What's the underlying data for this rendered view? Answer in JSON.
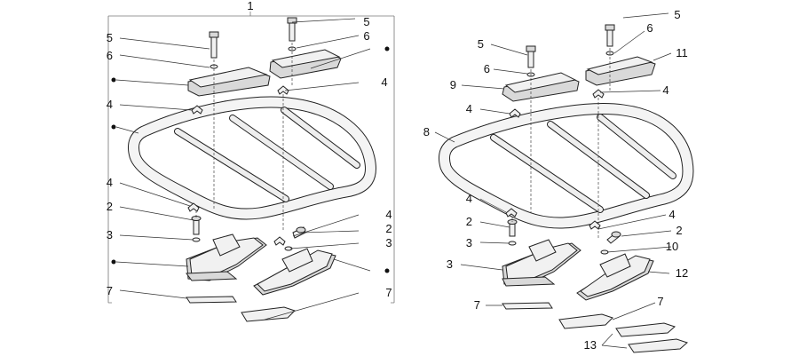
{
  "left_assembly": {
    "group_label": "1",
    "callouts": [
      {
        "id": "l-5a",
        "text": "5"
      },
      {
        "id": "l-6a",
        "text": "6"
      },
      {
        "id": "l-5b",
        "text": "5"
      },
      {
        "id": "l-6b",
        "text": "6"
      },
      {
        "id": "l-4a",
        "text": "4"
      },
      {
        "id": "l-4b",
        "text": "4"
      },
      {
        "id": "l-4c",
        "text": "4"
      },
      {
        "id": "l-2a",
        "text": "2"
      },
      {
        "id": "l-3a",
        "text": "3"
      },
      {
        "id": "l-4d",
        "text": "4"
      },
      {
        "id": "l-2b",
        "text": "2"
      },
      {
        "id": "l-3b",
        "text": "3"
      },
      {
        "id": "l-7a",
        "text": "7"
      },
      {
        "id": "l-7b",
        "text": "7"
      }
    ]
  },
  "right_assembly": {
    "callouts": [
      {
        "id": "r-5a",
        "text": "5"
      },
      {
        "id": "r-6a",
        "text": "6"
      },
      {
        "id": "r-5b",
        "text": "5"
      },
      {
        "id": "r-6b",
        "text": "6"
      },
      {
        "id": "r-9",
        "text": "9"
      },
      {
        "id": "r-11",
        "text": "11"
      },
      {
        "id": "r-4a",
        "text": "4"
      },
      {
        "id": "r-4b",
        "text": "4"
      },
      {
        "id": "r-8",
        "text": "8"
      },
      {
        "id": "r-4c",
        "text": "4"
      },
      {
        "id": "r-2a",
        "text": "2"
      },
      {
        "id": "r-3a",
        "text": "3"
      },
      {
        "id": "r-4d",
        "text": "4"
      },
      {
        "id": "r-2b",
        "text": "2"
      },
      {
        "id": "r-3b",
        "text": "3"
      },
      {
        "id": "r-10",
        "text": "10"
      },
      {
        "id": "r-12",
        "text": "12"
      },
      {
        "id": "r-7a",
        "text": "7"
      },
      {
        "id": "r-7b",
        "text": "7"
      },
      {
        "id": "r-13",
        "text": "13"
      }
    ]
  },
  "colors": {
    "ink": "#111111",
    "part_fill": "#f1f1f1",
    "shadow_fill": "#d9d9d9"
  }
}
